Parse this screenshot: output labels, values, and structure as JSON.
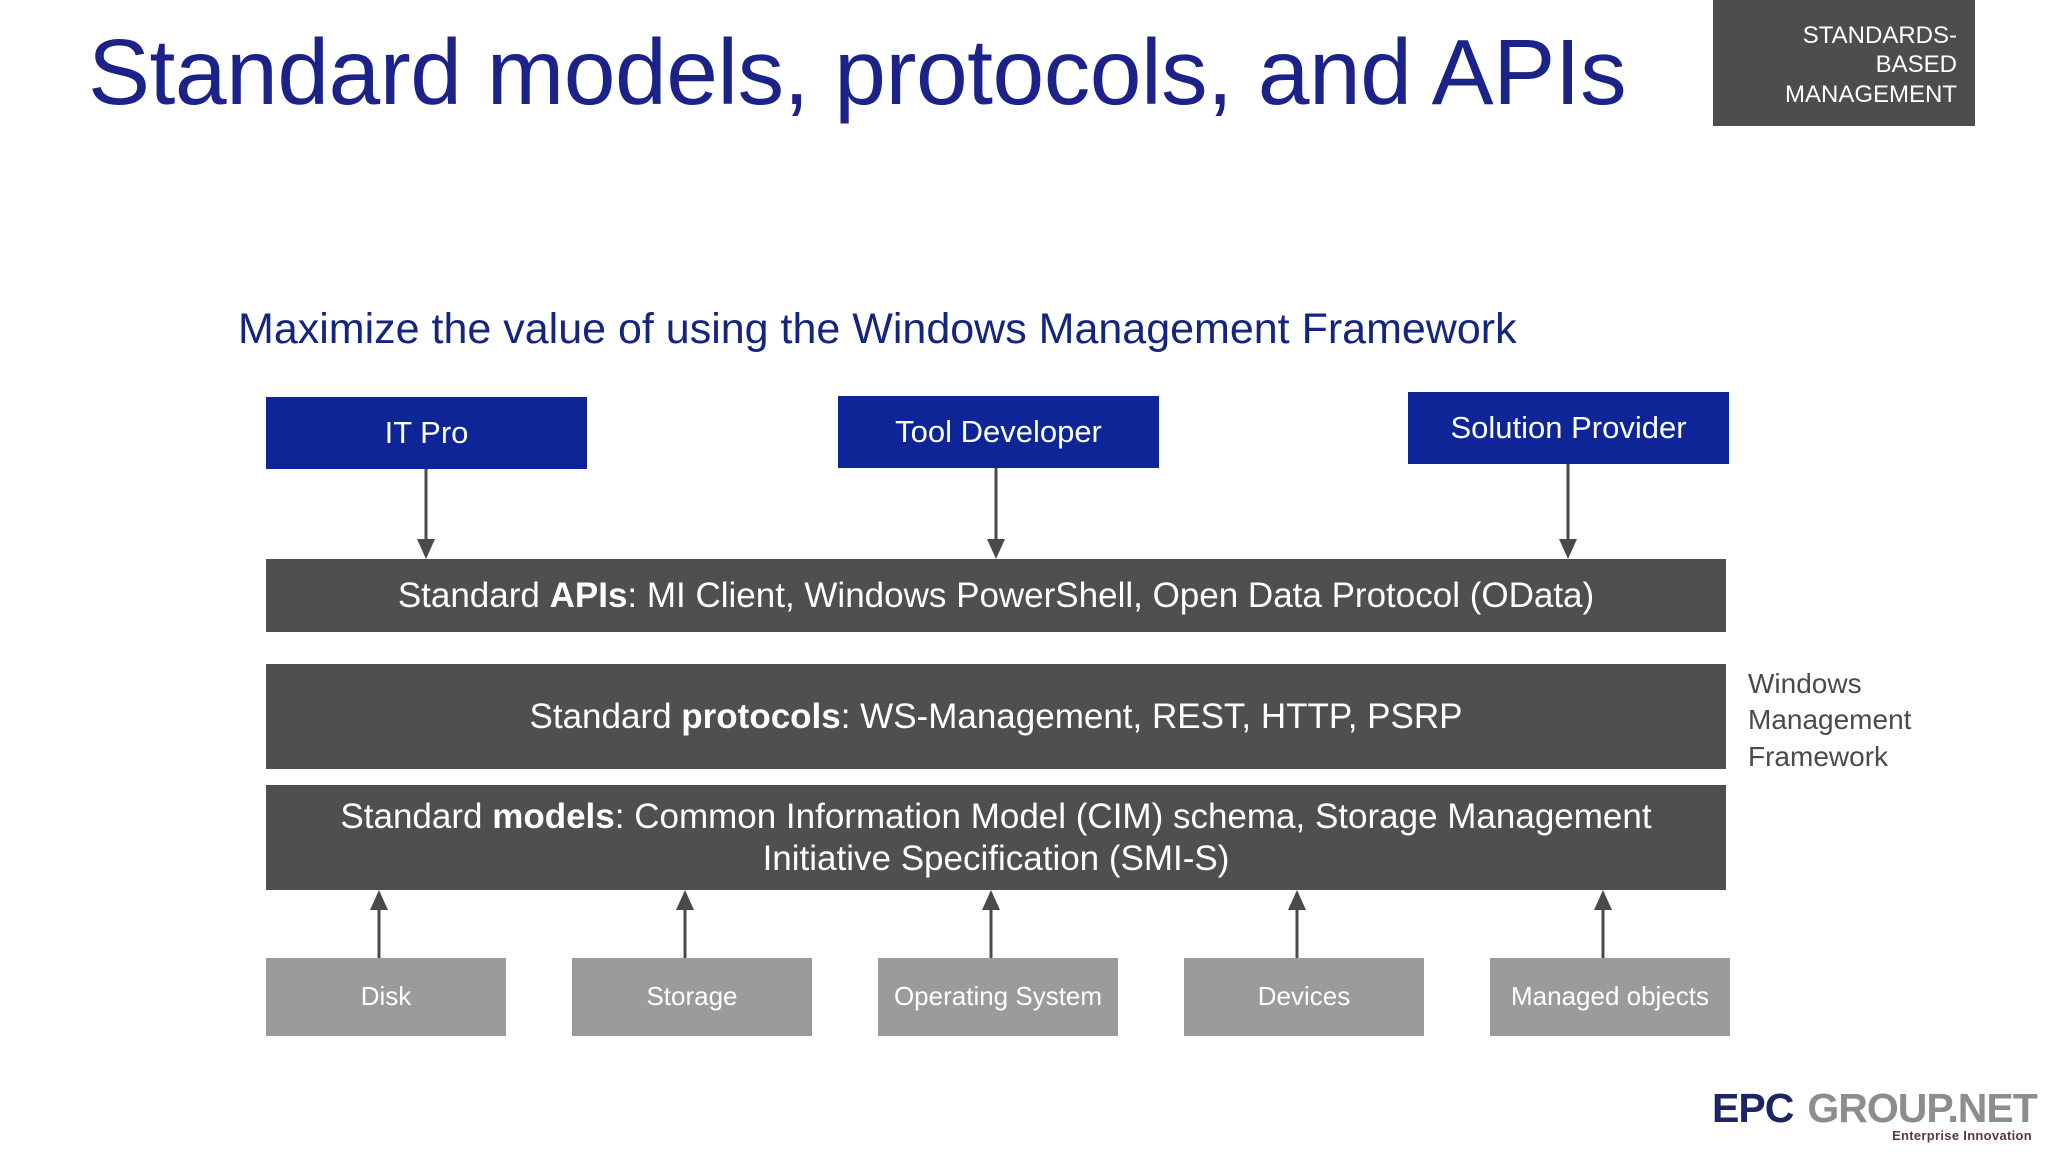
{
  "slide": {
    "title": "Standard models, protocols, and APIs",
    "subtitle": "Maximize the value of using the Windows Management Framework",
    "background_color": "#ffffff",
    "title_color": "#1b2288"
  },
  "corner_badge": {
    "name": "standards-based-management-badge",
    "background_color": "#4d4d4d",
    "text_color": "#ffffff",
    "lines": [
      "STANDARDS-",
      "BASED",
      "MANAGEMENT"
    ]
  },
  "roles": {
    "box_color": "#0d2596",
    "text_color": "#ffffff",
    "items": [
      {
        "label": "IT Pro"
      },
      {
        "label": "Tool Developer"
      },
      {
        "label": "Solution Provider"
      }
    ]
  },
  "stack": {
    "band_color": "#4f4e50",
    "text_color": "#ffffff",
    "bands": [
      {
        "prefix": "Standard ",
        "emphasis": "APIs",
        "suffix": ": MI Client, Windows PowerShell, Open Data Protocol (OData)",
        "full_text": "Standard  APIs: MI Client, Windows PowerShell, Open Data Protocol (OData)"
      },
      {
        "prefix": "Standard ",
        "emphasis": "protocols",
        "suffix": ": WS-Management, REST, HTTP, PSRP",
        "full_text": "Standard  protocols: WS-Management, REST, HTTP, PSRP"
      },
      {
        "prefix": "Standard ",
        "emphasis": "models",
        "suffix": ": Common Information Model (CIM) schema, Storage Management Initiative Specification (SMI-S)",
        "full_text": "Standard  models: Common Information Model (CIM) schema, Storage Management Initiative Specification (SMI-S)"
      }
    ]
  },
  "framework_label": {
    "text": "Windows Management Framework",
    "color": "#4a4a4a"
  },
  "sources": {
    "box_color": "#9b9b9d",
    "text_color": "#ffffff",
    "items": [
      {
        "label": "Disk"
      },
      {
        "label": "Storage"
      },
      {
        "label": "Operating System"
      },
      {
        "label": "Devices"
      },
      {
        "label": "Managed objects"
      }
    ]
  },
  "arrows": {
    "color": "#4a4a4a",
    "down_count": 3,
    "up_count": 5
  },
  "logo": {
    "primary": "EPC",
    "secondary": "GROUP.NET",
    "tagline": "Enterprise Innovation",
    "primary_color": "#1c2463",
    "secondary_color": "#8d8d8d",
    "tagline_color": "#5d3a3a"
  }
}
